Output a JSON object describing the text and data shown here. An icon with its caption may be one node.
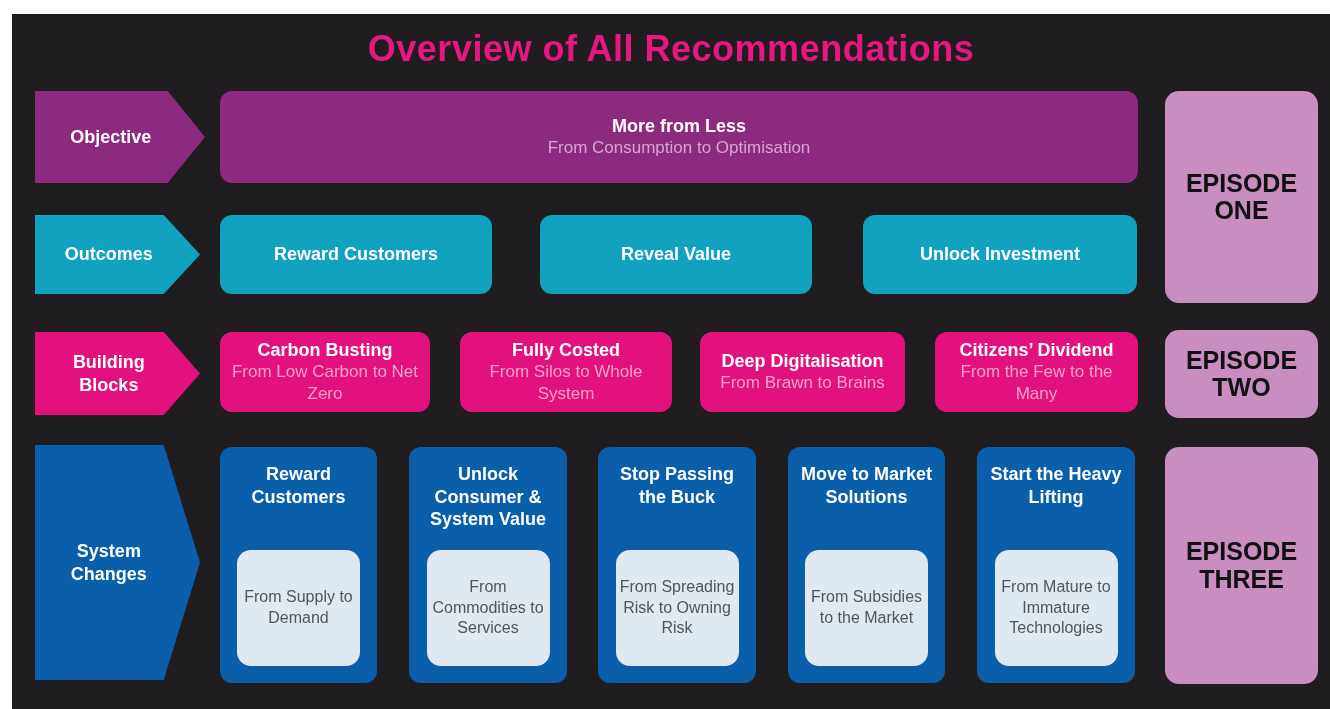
{
  "diagram": {
    "title": "Overview of All Recommendations",
    "nodes": [
      {
        "text": [
          "Objective"
        ]
      },
      {
        "text": [
          "More from Less",
          "From Consumption to Optimisation"
        ]
      },
      {
        "text": [
          "EPISODE ONE"
        ]
      },
      {
        "text": [
          "Outcomes"
        ]
      },
      {
        "text": [
          "Reward Customers"
        ]
      },
      {
        "text": [
          "Reveal Value"
        ]
      },
      {
        "text": [
          "Unlock Investment"
        ]
      },
      {
        "text": [
          "Building Blocks"
        ]
      },
      {
        "text": [
          "Carbon Busting",
          "From Low Carbon to Net Zero"
        ]
      },
      {
        "text": [
          "Fully Costed",
          "From Silos to Whole System"
        ]
      },
      {
        "text": [
          "Deep Digitalisation",
          "From Brawn to Brains"
        ]
      },
      {
        "text": [
          "Citizens’ Dividend",
          "From the Few to the Many"
        ]
      },
      {
        "text": [
          "EPISODE TWO"
        ]
      },
      {
        "text": [
          "System Changes"
        ]
      },
      {
        "text": [
          "Reward Customers"
        ]
      },
      {
        "text": [
          "From Supply to Demand"
        ],
        "in": 14
      },
      {
        "text": [
          "Unlock Consumer & System Value"
        ]
      },
      {
        "text": [
          "From Commodities to Services"
        ],
        "in": 16
      },
      {
        "text": [
          "Stop Passing the Buck"
        ]
      },
      {
        "text": [
          "From Spreading Risk to Owning Risk"
        ],
        "in": 18
      },
      {
        "text": [
          "Move to Market Solutions"
        ]
      },
      {
        "text": [
          "From Subsidies to the Market"
        ],
        "in": 20
      },
      {
        "text": [
          "Start the Heavy Lifting"
        ]
      },
      {
        "text": [
          "From Mature to Immature Technologies"
        ],
        "in": 22
      },
      {
        "text": [
          "EPISODE THREE"
        ]
      }
    ]
  }
}
